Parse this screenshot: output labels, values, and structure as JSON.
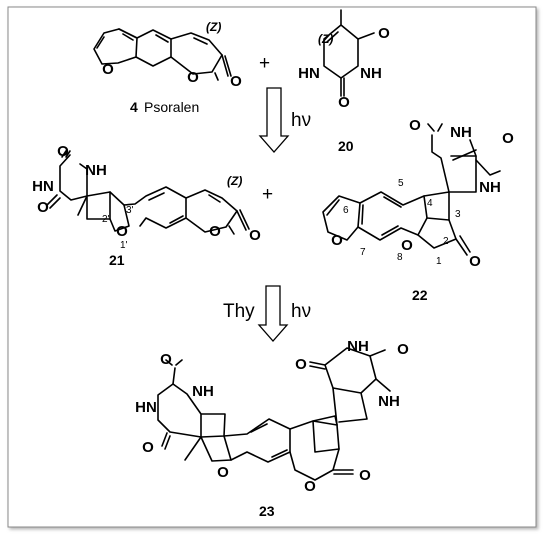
{
  "compounds": {
    "psoralen": {
      "number": "4",
      "name": "Psoralen",
      "z_label": "(Z)"
    },
    "thymine": {
      "number": "20",
      "z_label": "(Z)"
    },
    "adduct_21": {
      "number": "21",
      "z_label": "(Z)",
      "pos_3p": "3'",
      "pos_2p": "2'",
      "pos_1p": "1'"
    },
    "adduct_22": {
      "number": "22",
      "pos_5": "5",
      "pos_6": "6",
      "pos_7": "7",
      "pos_8": "8",
      "pos_4": "4",
      "pos_3": "3",
      "pos_2": "2",
      "pos_1": "1"
    },
    "diadduct_23": {
      "number": "23"
    }
  },
  "atoms": {
    "O": "O",
    "HN": "HN",
    "NH": "NH"
  },
  "operators": {
    "plus": "+"
  },
  "conditions": {
    "hv": "hν",
    "thy": "Thy"
  }
}
